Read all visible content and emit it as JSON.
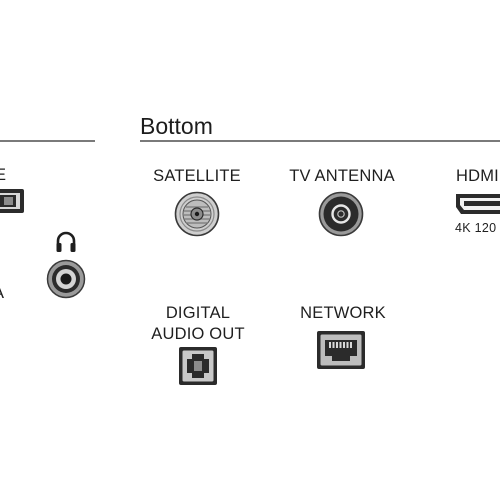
{
  "section": {
    "title": "Bottom"
  },
  "left_section": {
    "label_tail": "E",
    "label_tail_2": "A"
  },
  "ports": {
    "satellite": {
      "label": "SATELLITE"
    },
    "tv_antenna": {
      "label": "TV ANTENNA"
    },
    "hdmi": {
      "label": "HDMI",
      "sub_label": "4K 120"
    },
    "digital_audio_out": {
      "label_line1": "DIGITAL",
      "label_line2": "AUDIO OUT"
    },
    "network": {
      "label": "NETWORK"
    }
  },
  "icons": {
    "satellite": "f-connector-icon",
    "tv_antenna": "coax-antenna-icon",
    "hdmi": "hdmi-port-icon",
    "digital_audio_out": "optical-toslink-icon",
    "network": "ethernet-rj45-icon",
    "headphone": "headphone-icon",
    "headphone_jack": "headphone-jack-icon",
    "left_port": "port-icon-partial"
  },
  "colors": {
    "rule": "#7a7a7a",
    "port_dark": "#2b2b2b",
    "port_mid": "#8c8c8c",
    "port_light": "#d9d9d9"
  }
}
